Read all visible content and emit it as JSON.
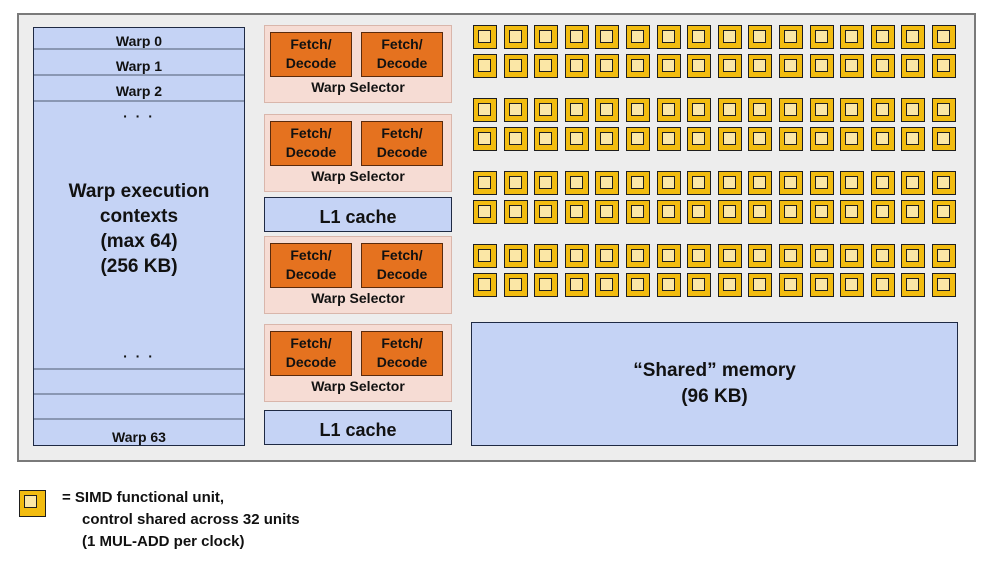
{
  "warp_contexts": {
    "top_labels": [
      "Warp 0",
      "Warp 1",
      "Warp 2"
    ],
    "dots_top": "· · ·",
    "title_lines": [
      "Warp execution",
      "contexts",
      "(max 64)",
      "(256 KB)"
    ],
    "dots_bottom": "· · ·",
    "bottom_label": "Warp 63"
  },
  "fetch_groups": [
    {
      "unit_a": [
        "Fetch/",
        "Decode"
      ],
      "unit_b": [
        "Fetch/",
        "Decode"
      ],
      "selector": "Warp Selector"
    },
    {
      "unit_a": [
        "Fetch/",
        "Decode"
      ],
      "unit_b": [
        "Fetch/",
        "Decode"
      ],
      "selector": "Warp Selector"
    },
    {
      "unit_a": [
        "Fetch/",
        "Decode"
      ],
      "unit_b": [
        "Fetch/",
        "Decode"
      ],
      "selector": "Warp Selector"
    },
    {
      "unit_a": [
        "Fetch/",
        "Decode"
      ],
      "unit_b": [
        "Fetch/",
        "Decode"
      ],
      "selector": "Warp Selector"
    }
  ],
  "l1_caches": [
    "L1 cache",
    "L1 cache"
  ],
  "simd_grid": {
    "row_groups": 4,
    "rows_per_group": 2,
    "units_per_row": 16
  },
  "shared_memory": {
    "line1": "“Shared” memory",
    "line2": "(96 KB)"
  },
  "legend": {
    "line1": "= SIMD functional unit,",
    "line2": "control shared across 32 units",
    "line3": "(1 MUL-ADD per clock)"
  },
  "colors": {
    "fetch_decode": "#e5721f",
    "storage_blue": "#c5d3f5",
    "simd_unit": "#f2bc10",
    "fetch_group_bg": "#f6dcd4"
  }
}
